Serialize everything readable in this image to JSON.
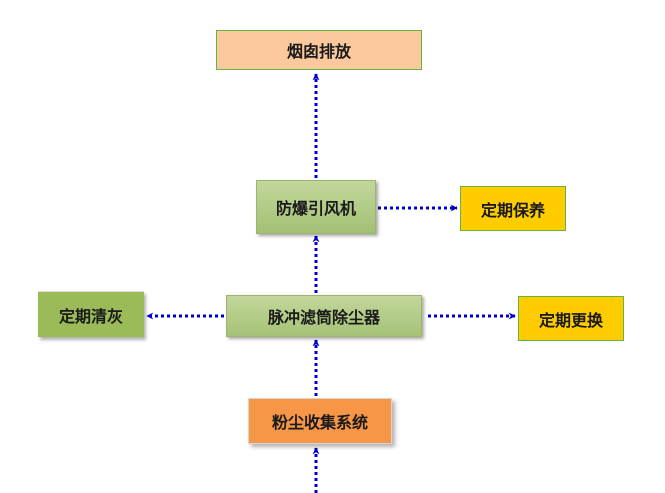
{
  "nodes": {
    "chimney": "烟囱排放",
    "fan": "防爆引风机",
    "maintenance": "定期保养",
    "filter": "脉冲滤筒除尘器",
    "cleaning": "定期清灰",
    "replacement": "定期更换",
    "dust_collection": "粉尘收集系统"
  },
  "edges": [
    {
      "from": "inlet",
      "to": "dust_collection"
    },
    {
      "from": "dust_collection",
      "to": "filter"
    },
    {
      "from": "filter",
      "to": "fan"
    },
    {
      "from": "fan",
      "to": "chimney"
    },
    {
      "from": "fan",
      "to": "maintenance"
    },
    {
      "from": "filter",
      "to": "cleaning"
    },
    {
      "from": "filter",
      "to": "replacement"
    }
  ],
  "colors": {
    "arrow": "#0000cc",
    "chimney_fill": "#fcc99f",
    "green_fill": "#a6c277",
    "yellow_fill": "#ffcc00",
    "orange_fill": "#f79646"
  }
}
